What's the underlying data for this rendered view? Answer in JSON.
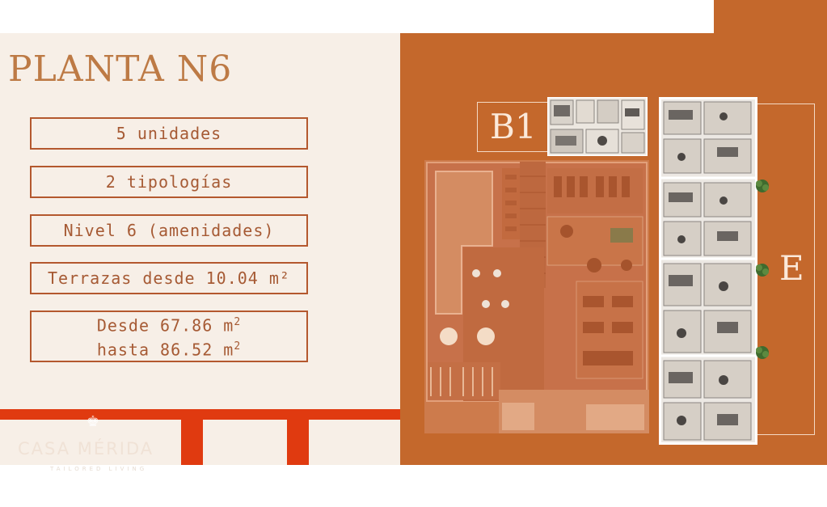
{
  "page": {
    "title": "PLANTA N6",
    "features": [
      {
        "line1": "5 unidades"
      },
      {
        "line1": "2 tipologías"
      },
      {
        "line1": "Nivel 6 (amenidades)"
      },
      {
        "line1": "Terrazas desde 10.04 m²"
      },
      {
        "line1": "Desde 67.86 m",
        "sup1": "2",
        "line2": "hasta 86.52 m",
        "sup2": "2"
      }
    ]
  },
  "brand": {
    "name": "CASA MÉRIDA",
    "tagline": "TAILORED LIVING"
  },
  "floorplan": {
    "label_b1": "B1",
    "label_e": "E"
  },
  "colors": {
    "accent_orange": "#c4682c",
    "panel_cream": "#f7efe7",
    "stripe_red": "#e03a10",
    "text_brown": "#a65a34"
  }
}
